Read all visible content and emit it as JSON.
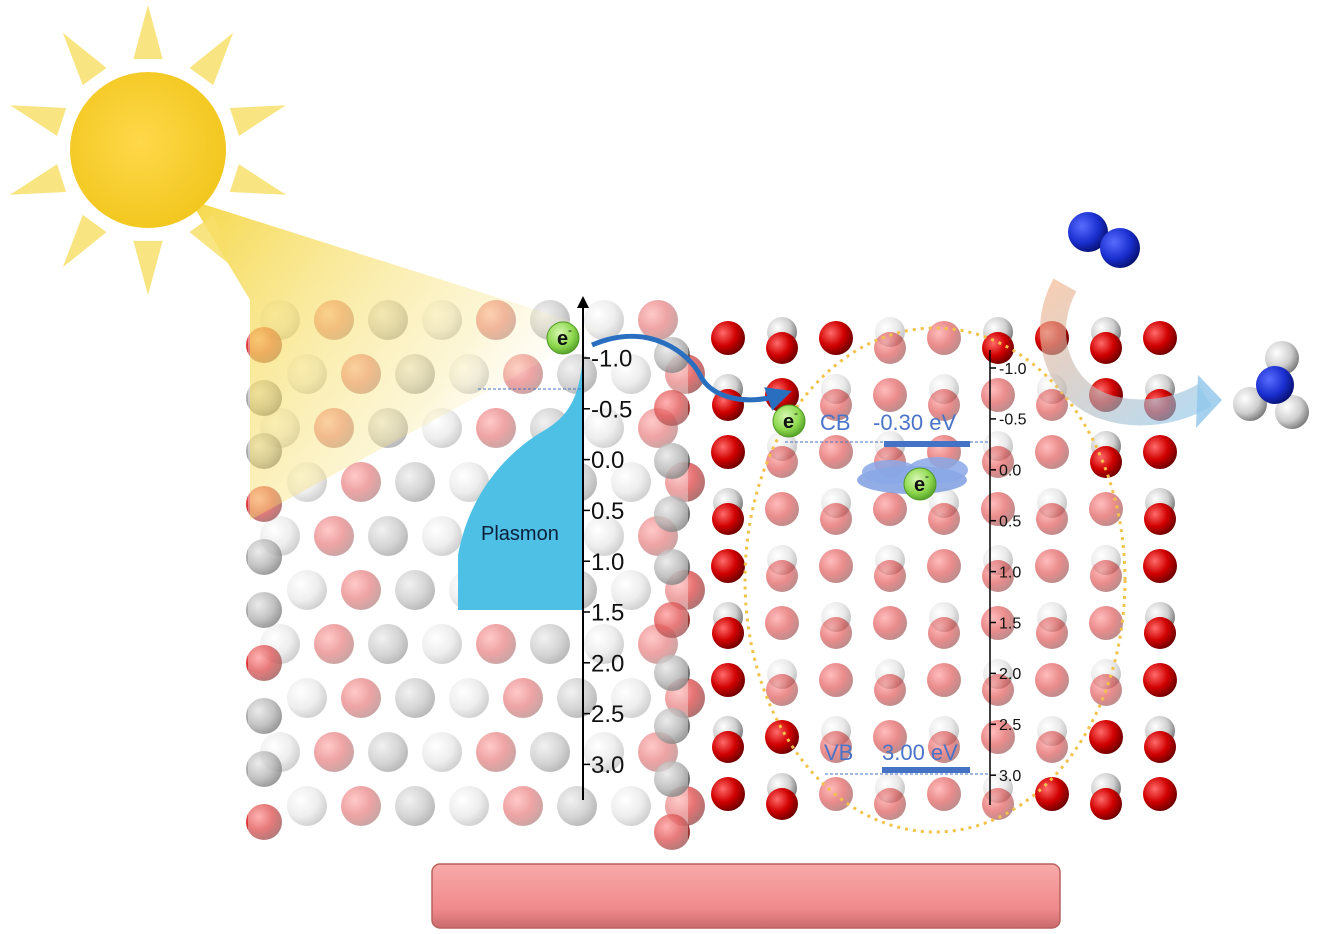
{
  "left_axis": {
    "ticks": [
      "-1.0",
      "-0.5",
      "0.0",
      "0.5",
      "1.0",
      "1.5",
      "2.0",
      "2.5",
      "3.0"
    ]
  },
  "right_axis": {
    "ticks": [
      "-1.0",
      "-0.5",
      "0.0",
      "0.5",
      "1.0",
      "1.5",
      "2.0",
      "2.5",
      "3.0"
    ]
  },
  "labels": {
    "plasmon": "Plasmon",
    "electron": "e",
    "electron_sup": "-",
    "cb": "CB",
    "cb_value": "-0.30 eV",
    "vb": "VB",
    "vb_value": "3.00 eV"
  },
  "colors": {
    "sun": "#f5d23b",
    "sun_ray": "#f7df6a",
    "plasmon": "#4ec0e6",
    "level_line": "#4472c4",
    "label_text": "#4a74c8",
    "electron": "#7fd34a",
    "oxygen": "#cc0000",
    "light_atom": "#d8d8d8",
    "nitrogen": "#1a2fcf",
    "substrate": "#f08a8c",
    "ellipse": "#f2c24a",
    "arrow": "#2a6fbf"
  },
  "icons": [
    "sun-icon",
    "nitrogen-molecule-icon",
    "ammonia-molecule-icon",
    "electron-icon",
    "substrate-slab"
  ]
}
